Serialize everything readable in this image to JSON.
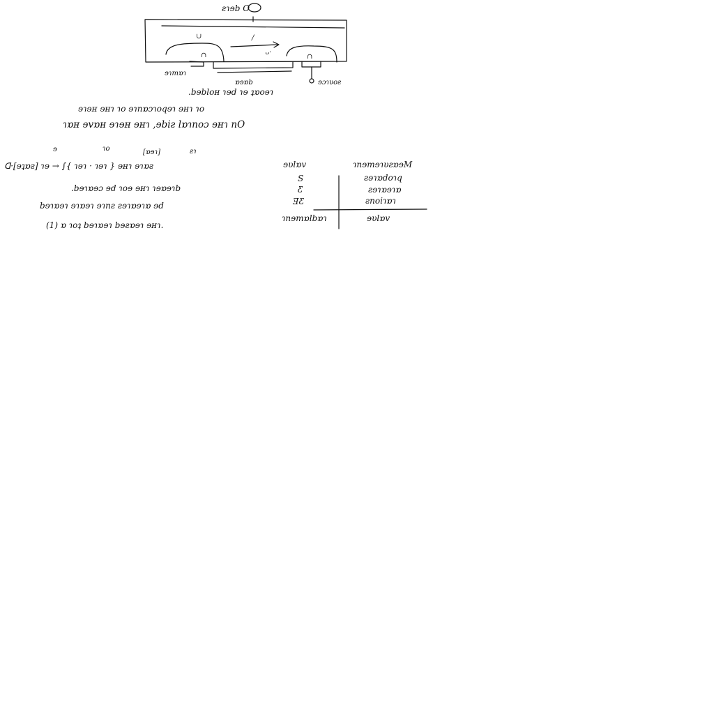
{
  "diagram": {
    "top_label": "ƨɿɘb O",
    "left_label": "∪",
    "middle_label": "/",
    "arrow_label": "ᴗ·",
    "left_cap": "∩",
    "right_cap": "∩",
    "below_left_label": "ɘɿmɒɿ",
    "below_center_label": "ɒɘɒb",
    "below_right_label": "ɘɔɿυoƨ"
  },
  "notes": {
    "line1": ".bɘbloʜ ɿɘd ɿɘ ʇɒoɘɿ",
    "line2": "ɘɿɘʜ ɘʜɿ ɿo ɘɿnɒɔɿoqɘɿ ɘʜɿ ɿo",
    "line3": "ɿɒʜ ɘvɒʜ ɘɿɘʜ ɘʜɿ ,ɘbiƨ lɒɿnoɔ ɘʜɿ nO"
  },
  "formula": {
    "expression": "ᗡ·[ɘʇɒƨ] ɿɘ → ∫{ ɿɘɿ · ɿɘɿ } ɘʜɿ ɘɿɒƨ",
    "sup_left": "ƨɿ",
    "sup_mid": "[ɒɘɿ]",
    "sup_right": "ɿo",
    "sup_far": "ɘ"
  },
  "paragraph": {
    "line1": ".bɘɿɒɘɔ ɘd ɿoɘ ɘʜɿ ɿɘɒɘɿb",
    "line2": "bɘɿɒɘɿ ɘɿɒɘɿ ɘɿnƨ ƨɘɿɒɘɿɒ ɘd",
    "line3": "(1) ɒ ɿoʇ bɘɿɒɘɿ bɘƨɒɘɿ ɘʜɿ."
  },
  "table": {
    "header_left": "ɘυlɒv",
    "header_right": "ɿnɘmɘɿυƨɒɘM",
    "rows": [
      {
        "left": "ƨnoiɿɒɿ",
        "right": "ƎƸ"
      },
      {
        "left": "ƨɘɿɒɘɿɒ",
        "right": "Ƹ"
      },
      {
        "left": "ƨɘɿɒdoɿq",
        "right": "S"
      },
      {
        "left": "ɿnɘmɒlbɒɿ",
        "right": "ɘυlɒv"
      }
    ]
  }
}
